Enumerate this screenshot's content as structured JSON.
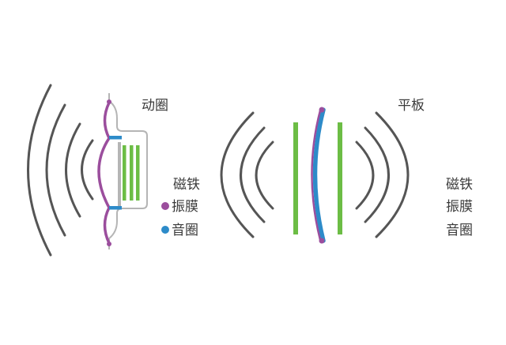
{
  "dynamic": {
    "title": "动圈",
    "magnet": "磁铁",
    "diaphragm": "振膜",
    "voice_coil": "音圈"
  },
  "planar": {
    "title": "平板",
    "magnet": "磁铁",
    "diaphragm": "振膜",
    "voice_coil": "音圈"
  },
  "colors": {
    "wave": "#555555",
    "frame": "#b5b5b5",
    "magnet": "#6cbd45",
    "diaphragm": "#9b4e9d",
    "voice_coil": "#2d8bc9"
  }
}
